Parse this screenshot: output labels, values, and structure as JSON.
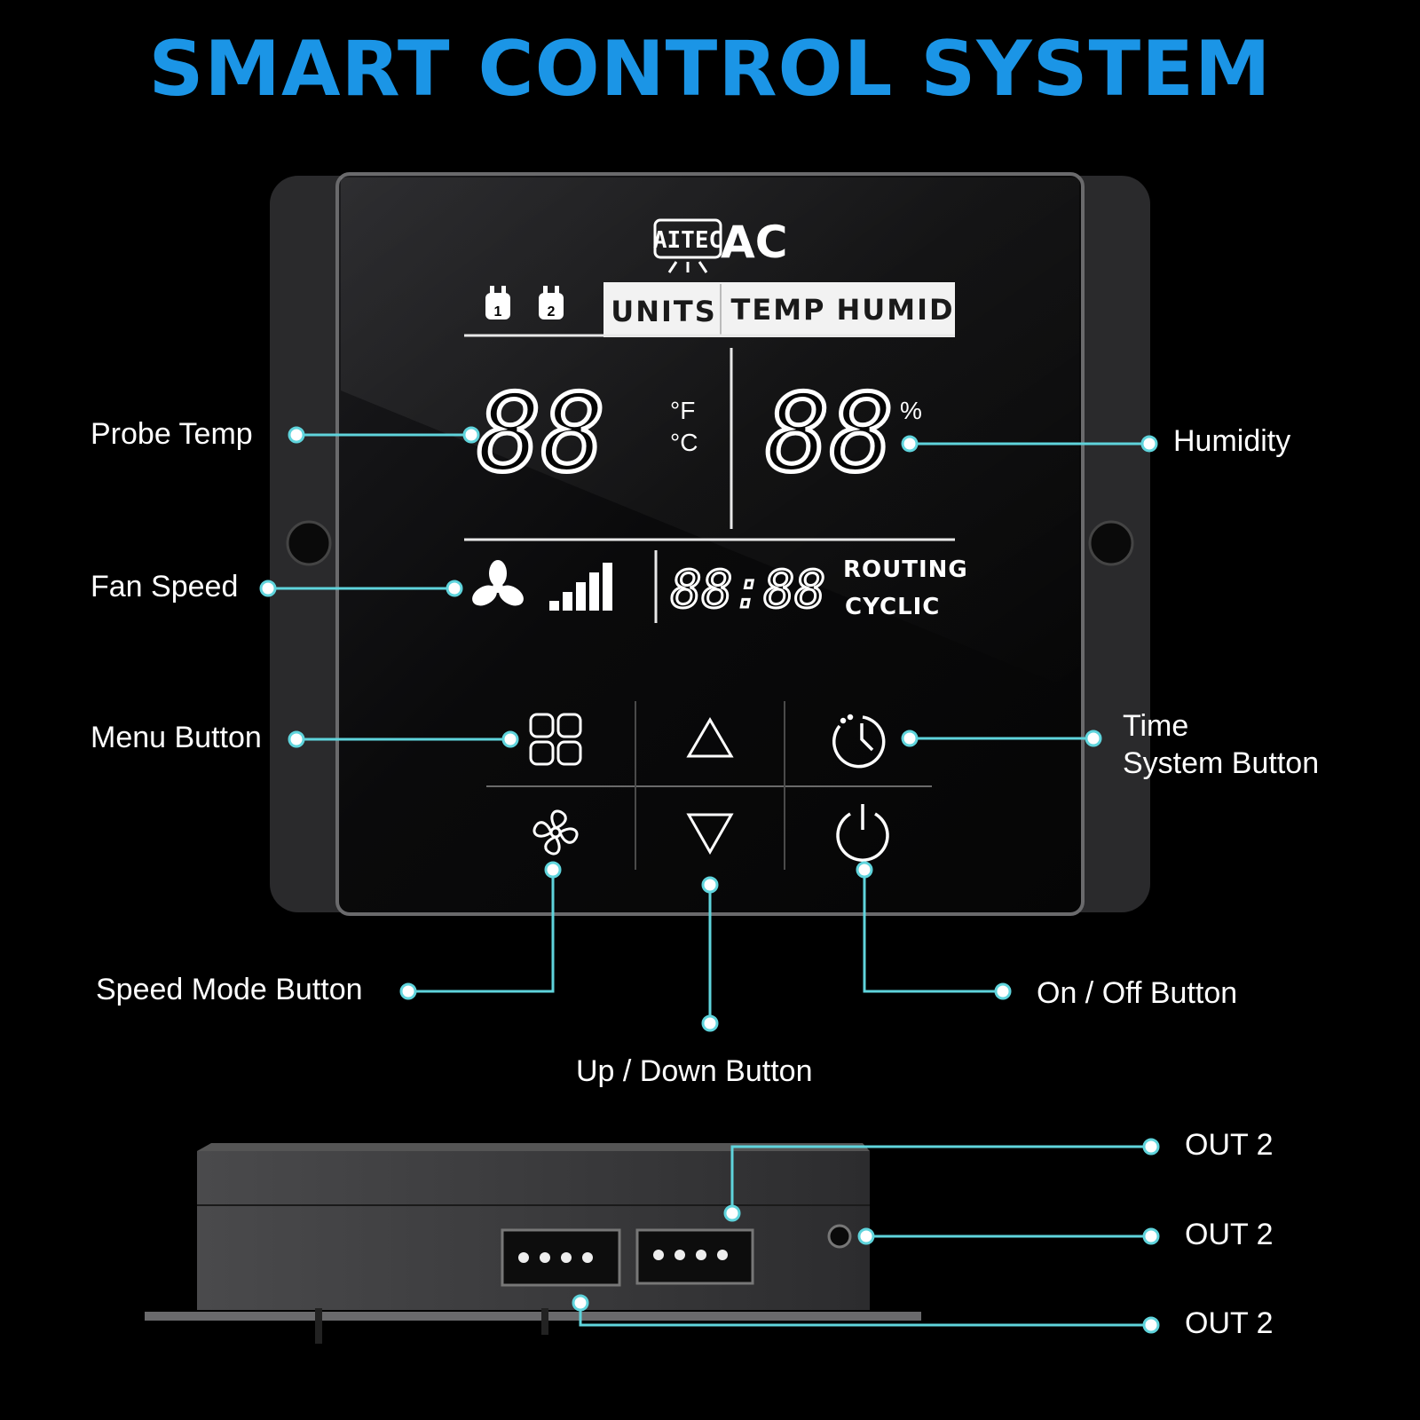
{
  "title": "SMART CONTROL SYSTEM",
  "colors": {
    "accent": "#1b95e6",
    "callout": "#5fd4dc",
    "panel": "#0d0d0f",
    "housing": "#2a2a2c"
  },
  "device": {
    "brand_left": "AITEC",
    "brand_right": "AC",
    "tabs": [
      "UNITS",
      "TEMP",
      "HUMID"
    ],
    "outlets": [
      "1",
      "2"
    ],
    "temp_digits": "88",
    "humid_digits": "88",
    "unit_f": "°F",
    "unit_c": "°C",
    "percent": "%",
    "clock": "88:88",
    "mode_routing": "ROUTING",
    "mode_cyclic": "CYCLIC",
    "fan_bars": 5
  },
  "callouts": {
    "probe_temp": "Probe Temp",
    "humidity": "Humidity",
    "fan_speed": "Fan Speed",
    "menu_button": "Menu Button",
    "time_line1": "Time",
    "time_line2": "System Button",
    "speed_mode_button": "Speed Mode Button",
    "on_off_button": "On / Off Button",
    "up_down_button": "Up / Down Button",
    "out_top": "OUT 2",
    "out_mid": "OUT 2",
    "out_bottom": "OUT 2"
  },
  "icons": [
    "outlet-icon",
    "fan-icon",
    "signal-bars-icon",
    "menu-grid-icon",
    "up-triangle-icon",
    "timer-icon",
    "speed-fan-icon",
    "down-triangle-icon",
    "power-icon",
    "port-icon",
    "jack-icon"
  ]
}
